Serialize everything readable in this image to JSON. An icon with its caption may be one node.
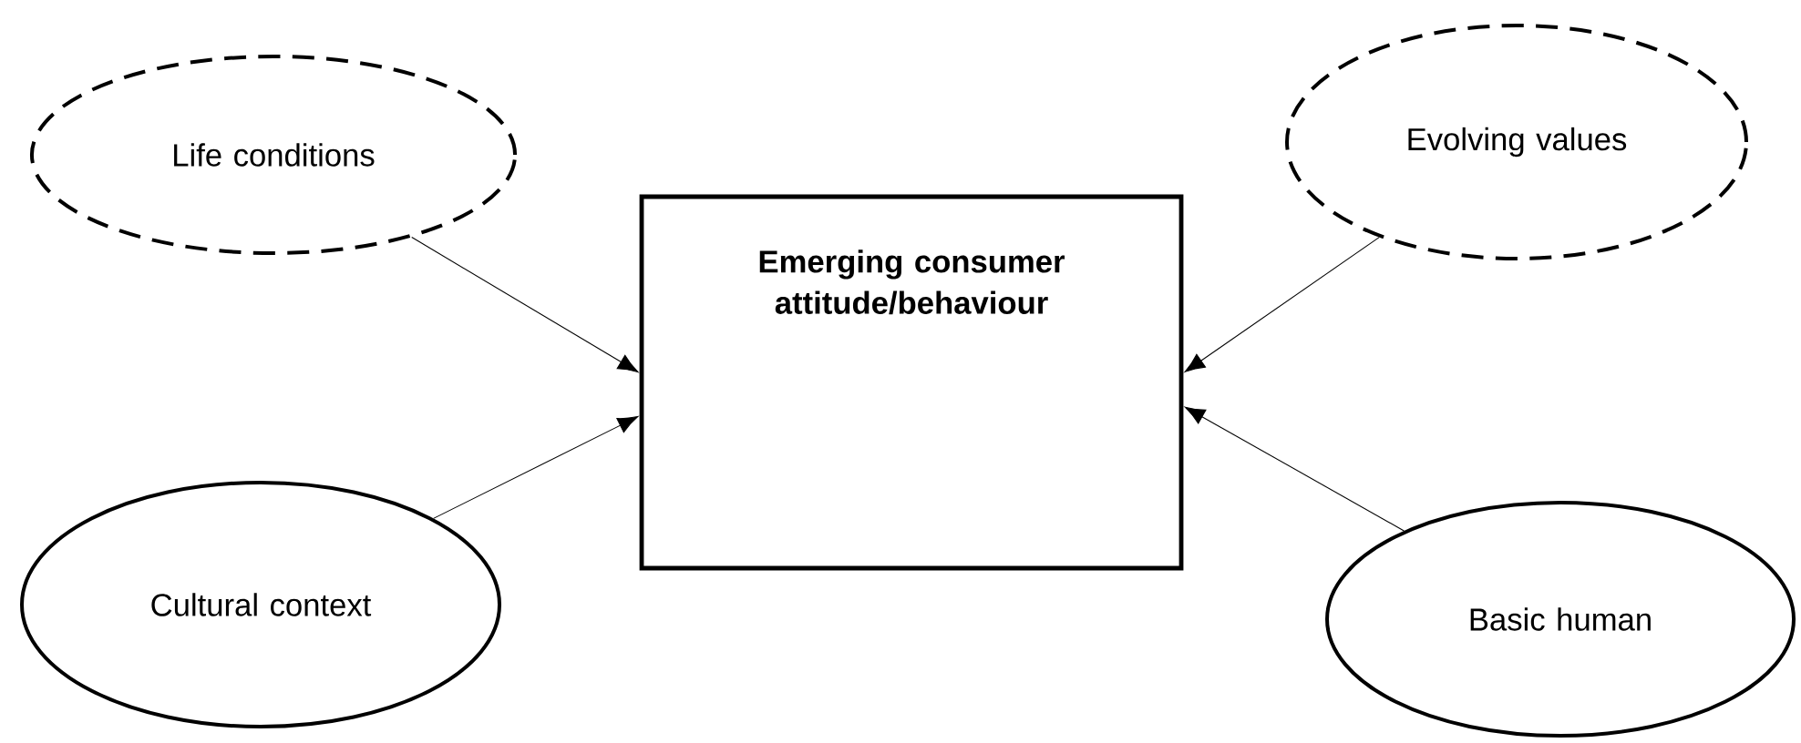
{
  "diagram": {
    "nodes": [
      {
        "text": [
          "Life conditions"
        ]
      },
      {
        "text": [
          "Evolving values"
        ]
      },
      {
        "text": [
          "Cultural context"
        ]
      },
      {
        "text": [
          "Basic human"
        ]
      },
      {
        "text": [
          "Emerging consumer attitude/behaviour"
        ]
      }
    ],
    "edges": [
      {
        "from": 0,
        "to": 4,
        "arrow": "to"
      },
      {
        "from": 2,
        "to": 4,
        "arrow": "to"
      },
      {
        "from": 1,
        "to": 4,
        "arrow": "to"
      },
      {
        "from": 3,
        "to": 4,
        "arrow": "to"
      }
    ]
  }
}
